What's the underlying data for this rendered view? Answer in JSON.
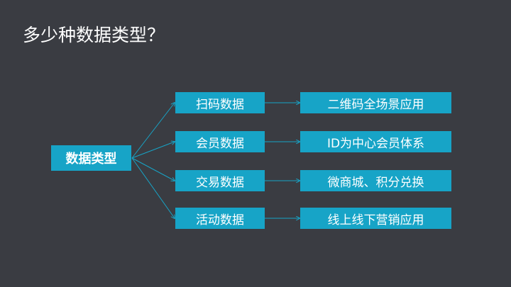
{
  "title": "多少种数据类型？",
  "root": "数据类型",
  "categories": [
    {
      "label": "扫码数据",
      "target": "二维码全场景应用"
    },
    {
      "label": "会员数据",
      "target": "ID为中心会员体系"
    },
    {
      "label": "交易数据",
      "target": "微商城、积分兑换"
    },
    {
      "label": "活动数据",
      "target": "线上线下营销应用"
    }
  ],
  "colors": {
    "background": "#3a3c42",
    "box": "#17a4c7",
    "line": "#17a4c7"
  }
}
